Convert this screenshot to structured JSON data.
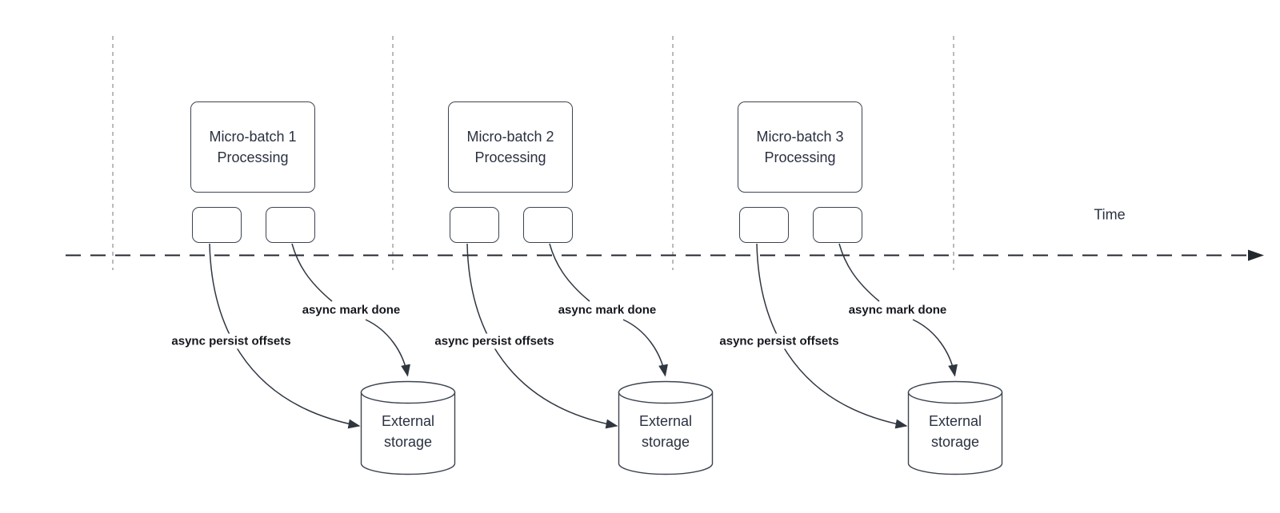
{
  "time_axis": {
    "label": "Time"
  },
  "groups": [
    {
      "process_label": "Micro-batch 1\nProcessing",
      "persist_arrow_label": "async persist offsets",
      "done_arrow_label": "async mark done",
      "storage_label": "External\nstorage"
    },
    {
      "process_label": "Micro-batch 2\nProcessing",
      "persist_arrow_label": "async persist offsets",
      "done_arrow_label": "async mark done",
      "storage_label": "External\nstorage"
    },
    {
      "process_label": "Micro-batch 3\nProcessing",
      "persist_arrow_label": "async persist offsets",
      "done_arrow_label": "async mark done",
      "storage_label": "External\nstorage"
    }
  ],
  "colors": {
    "background": "#ffffff",
    "shape_stroke": "#3d4450",
    "arrow_stroke": "#2f3640",
    "timeline_stroke": "#23272e",
    "guide_stroke": "#a3a3a3",
    "node_text": "#2a3140",
    "edge_label_text": "#14171d"
  }
}
